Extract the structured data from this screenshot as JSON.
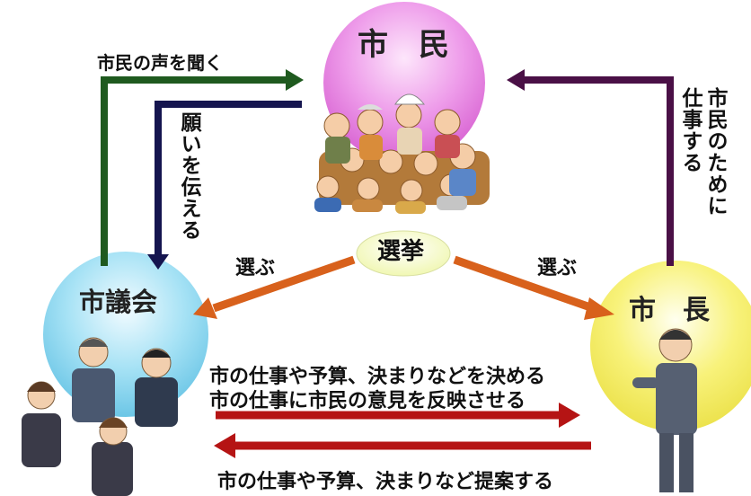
{
  "nodes": {
    "citizens": {
      "title": "市　民"
    },
    "council": {
      "title": "市議会"
    },
    "mayor": {
      "title": "市　長"
    },
    "election": {
      "label": "選挙"
    }
  },
  "arrows": {
    "listen": {
      "label": "市民の声を聞く"
    },
    "convey": {
      "label": "願いを伝える"
    },
    "work_for": {
      "label": "市民のために仕事する",
      "col1": "市民のために",
      "col2": "仕事する"
    },
    "elect_council": {
      "label": "選ぶ"
    },
    "elect_mayor": {
      "label": "選ぶ"
    },
    "council_to_mayor": {
      "line1": "市の仕事や予算、決まりなどを決める",
      "line2": "市の仕事に市民の意見を反映させる"
    },
    "mayor_to_council": {
      "label": "市の仕事や予算、決まりなど提案する"
    }
  },
  "colors": {
    "citizens_circle": "#e98be6",
    "council_circle": "#8fd6ee",
    "mayor_circle": "#f4ee6a",
    "election_oval": "#f1f8b0",
    "listen_arrow": "#1f5a1f",
    "convey_arrow": "#15154f",
    "work_arrow": "#4a1046",
    "elect_arrow": "#d8611c",
    "decide_arrow": "#b51414"
  }
}
